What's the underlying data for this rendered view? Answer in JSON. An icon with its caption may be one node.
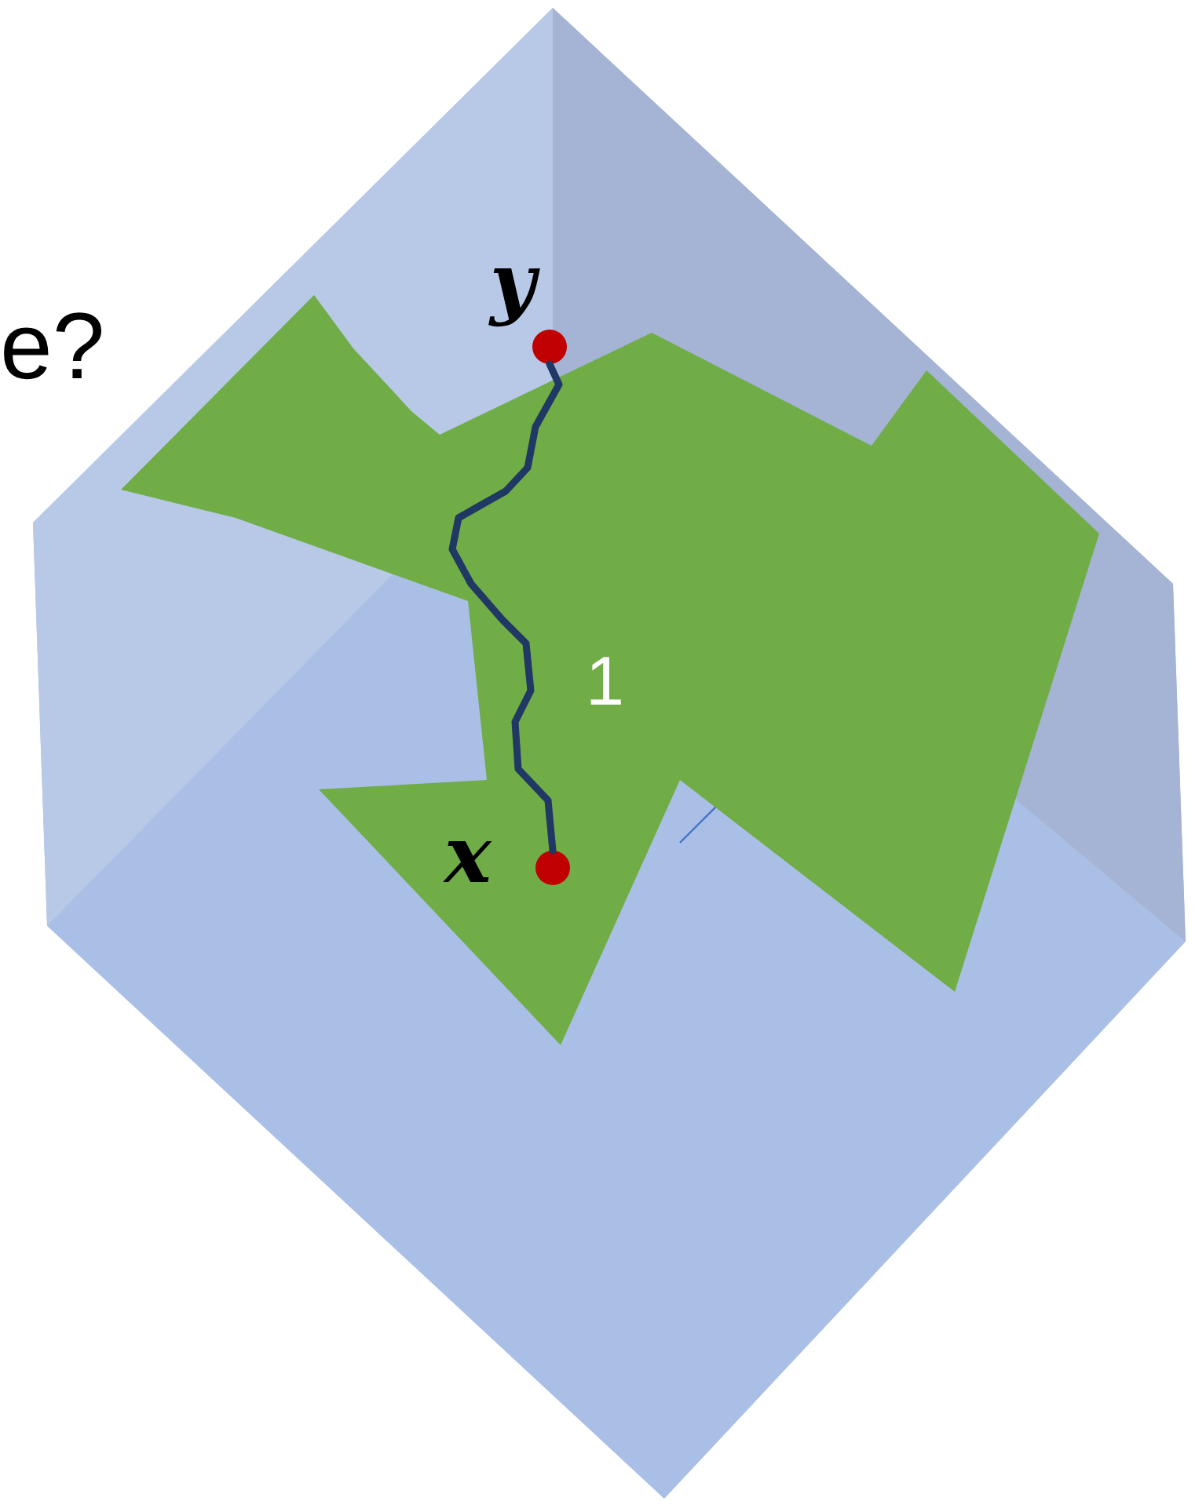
{
  "diagram": {
    "nodes": [
      {
        "text": [
          "1"
        ]
      },
      {
        "text": [
          "y"
        ]
      },
      {
        "text": [
          "x"
        ],
        "in": 0
      }
    ],
    "edges": [
      {
        "from": 2,
        "to": 1,
        "arrow": "none"
      }
    ],
    "labels": [
      "e?"
    ]
  }
}
